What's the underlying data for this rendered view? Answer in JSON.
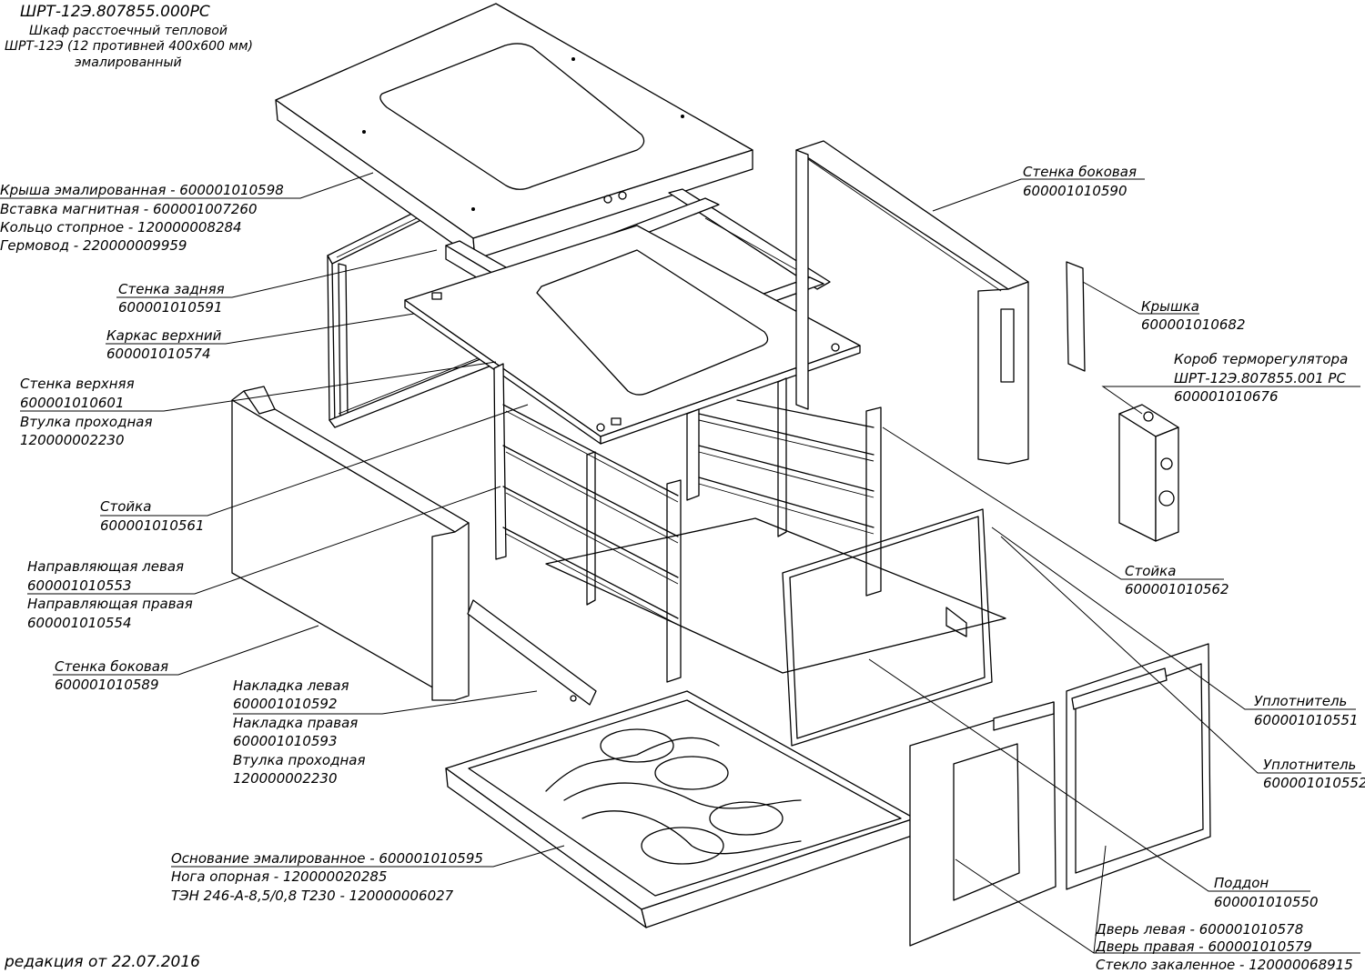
{
  "header": {
    "code": "ШРТ-12Э.807855.000РС",
    "title_line1": "Шкаф расстоечный тепловой",
    "title_line2": "ШРТ-12Э (12 противней 400х600 мм)",
    "title_line3": "эмалированный"
  },
  "footer": {
    "revision": "редакция от 22.07.2016"
  },
  "callouts": {
    "roof": {
      "line1": "Крыша эмалированная - 600001010598",
      "line2": "Вставка магнитная - 600001007260",
      "line3": "Кольцо стопрное - 120000008284",
      "line4": "Гермовод - 220000009959"
    },
    "back_wall": {
      "name": "Стенка задняя",
      "code": "600001010591"
    },
    "top_frame": {
      "name": "Каркас верхний",
      "code": "600001010574"
    },
    "top_wall": {
      "name": "Стенка верхняя",
      "code": "600001010601",
      "name2": "Втулка проходная",
      "code2": "120000002230"
    },
    "post_left": {
      "name": "Стойка",
      "code": "600001010561"
    },
    "guides": {
      "name": "Направляющая левая",
      "code": "600001010553",
      "name2": "Направляющая правая",
      "code2": "600001010554"
    },
    "side_wall_left": {
      "name": "Стенка боковая",
      "code": "600001010589"
    },
    "covers": {
      "name": "Накладка левая",
      "code": "600001010592",
      "name2": "Накладка правая",
      "code2": "600001010593",
      "name3": "Втулка проходная",
      "code3": "120000002230"
    },
    "base": {
      "line1": "Основание эмалированное - 600001010595",
      "line2": "Нога опорная - 120000020285",
      "line3": "ТЭН 246-А-8,5/0,8 Т230 - 120000006027"
    },
    "side_wall_right": {
      "name": "Стенка боковая",
      "code": "600001010590"
    },
    "lid": {
      "name": "Крышка",
      "code": "600001010682"
    },
    "thermo_box": {
      "name": "Короб терморегулятора",
      "code": "ШРТ-12Э.807855.001 РС",
      "code2": "600001010676"
    },
    "post_right": {
      "name": "Стойка",
      "code": "600001010562"
    },
    "seal_1": {
      "name": "Уплотнитель",
      "code": "600001010551"
    },
    "seal_2": {
      "name": "Уплотнитель",
      "code": "600001010552"
    },
    "tray": {
      "name": "Поддон",
      "code": "600001010550"
    },
    "doors": {
      "line1": "Дверь левая - 600001010578",
      "line2": "Дверь правая - 600001010579",
      "line3": "Стекло закаленное - 120000068915"
    }
  },
  "style": {
    "line_color": "#000000",
    "background": "#ffffff"
  }
}
